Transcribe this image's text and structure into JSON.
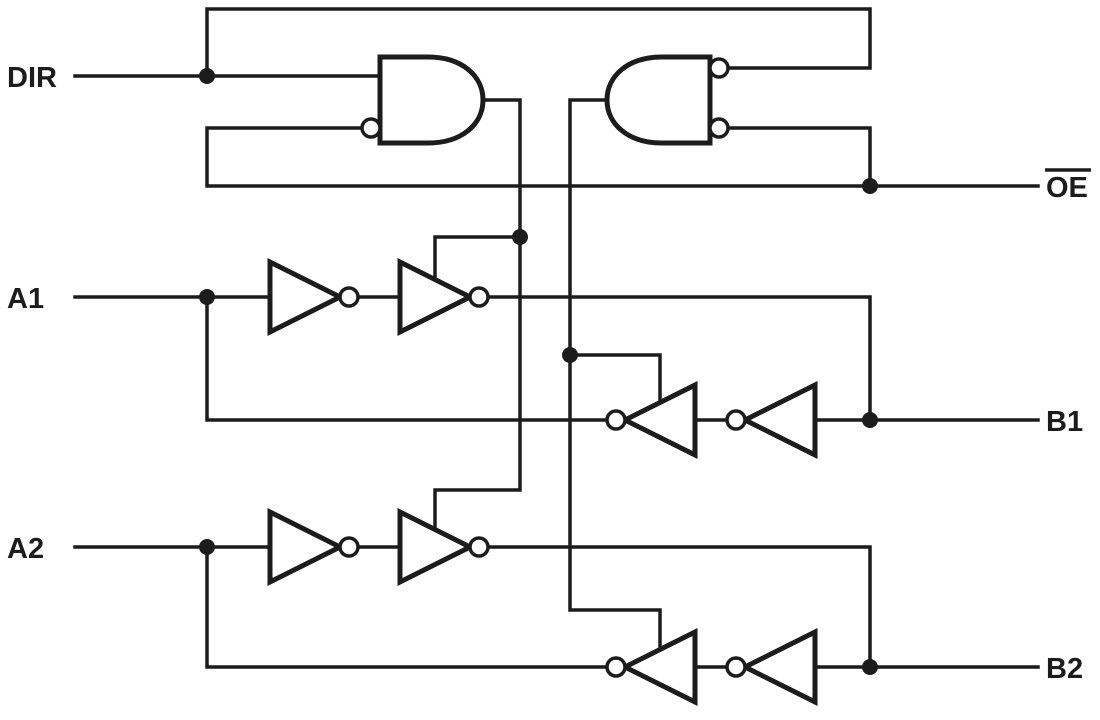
{
  "labels": {
    "dir": "DIR",
    "oe": "OE",
    "a1": "A1",
    "b1": "B1",
    "a2": "A2",
    "b2": "B2"
  },
  "colors": {
    "line": "#1c1c1c",
    "background": "#ffffff"
  },
  "diagram": {
    "type": "logic-diagram",
    "pins": [
      "DIR",
      "OE",
      "A1",
      "B1",
      "A2",
      "B2"
    ],
    "oe_active_low": true,
    "components": [
      {
        "name": "and-gate-a-enable",
        "kind": "and-gate",
        "facing": "right",
        "inverted_inputs": [
          "bottom"
        ]
      },
      {
        "name": "and-gate-b-enable",
        "kind": "and-gate",
        "facing": "left",
        "inverted_inputs": [
          "top",
          "bottom"
        ]
      },
      {
        "name": "buffer-a1-stage1",
        "kind": "inverting-buffer",
        "facing": "right"
      },
      {
        "name": "buffer-a1-stage2",
        "kind": "inverting-buffer-with-enable",
        "facing": "right"
      },
      {
        "name": "buffer-b1-stage1",
        "kind": "inverting-buffer",
        "facing": "left"
      },
      {
        "name": "buffer-b1-stage2",
        "kind": "inverting-buffer-with-enable",
        "facing": "left"
      },
      {
        "name": "buffer-a2-stage1",
        "kind": "inverting-buffer",
        "facing": "right"
      },
      {
        "name": "buffer-a2-stage2",
        "kind": "inverting-buffer-with-enable",
        "facing": "right"
      },
      {
        "name": "buffer-b2-stage1",
        "kind": "inverting-buffer",
        "facing": "left"
      },
      {
        "name": "buffer-b2-stage2",
        "kind": "inverting-buffer-with-enable",
        "facing": "left"
      }
    ],
    "channels": [
      {
        "a_pin": "A1",
        "b_pin": "B1"
      },
      {
        "a_pin": "A2",
        "b_pin": "B2"
      }
    ]
  }
}
